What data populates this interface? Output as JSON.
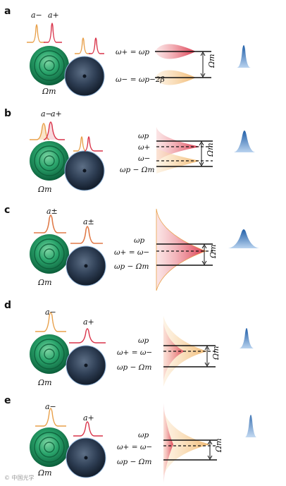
{
  "panels": [
    {
      "letter": "a",
      "resonator_labels": [
        "a−",
        "a+"
      ],
      "green_label": "Ωm",
      "levels": [
        "ω+ = ωp",
        "ω− = ωp−2β"
      ],
      "gap_label": "Ωm"
    },
    {
      "letter": "b",
      "resonator_labels": [
        "a−",
        "a+"
      ],
      "green_label": "Ωm",
      "levels": [
        "ωp",
        "ω+",
        "ω−",
        "ωp − Ωm"
      ],
      "gap_label": "Ωm"
    },
    {
      "letter": "c",
      "resonator_labels": [
        "a±",
        "a±"
      ],
      "green_label": "Ωm",
      "levels": [
        "ωp",
        "ω+ = ω−",
        "ωp − Ωm"
      ],
      "gap_label": "Ωm"
    },
    {
      "letter": "d",
      "resonator_labels": [
        "a−",
        "a+"
      ],
      "green_label": "Ωm",
      "levels": [
        "ωp",
        "ω+ = ω−",
        "ωp − Ωm"
      ],
      "gap_label": "Ωm"
    },
    {
      "letter": "e",
      "resonator_labels": [
        "a−",
        "a+"
      ],
      "green_label": "Ωm",
      "levels": [
        "ωp",
        "ω+ = ω−",
        "ωp − Ωm"
      ],
      "gap_label": "Ωm"
    }
  ],
  "watermark": "© 中国光学",
  "colors": {
    "orange_peak": "#e8a04a",
    "red_peak": "#d9344a",
    "blue_peak": "#2f6fb5",
    "green_resonator": "#1f9a63",
    "dark_resonator": "#2b3a4e"
  }
}
